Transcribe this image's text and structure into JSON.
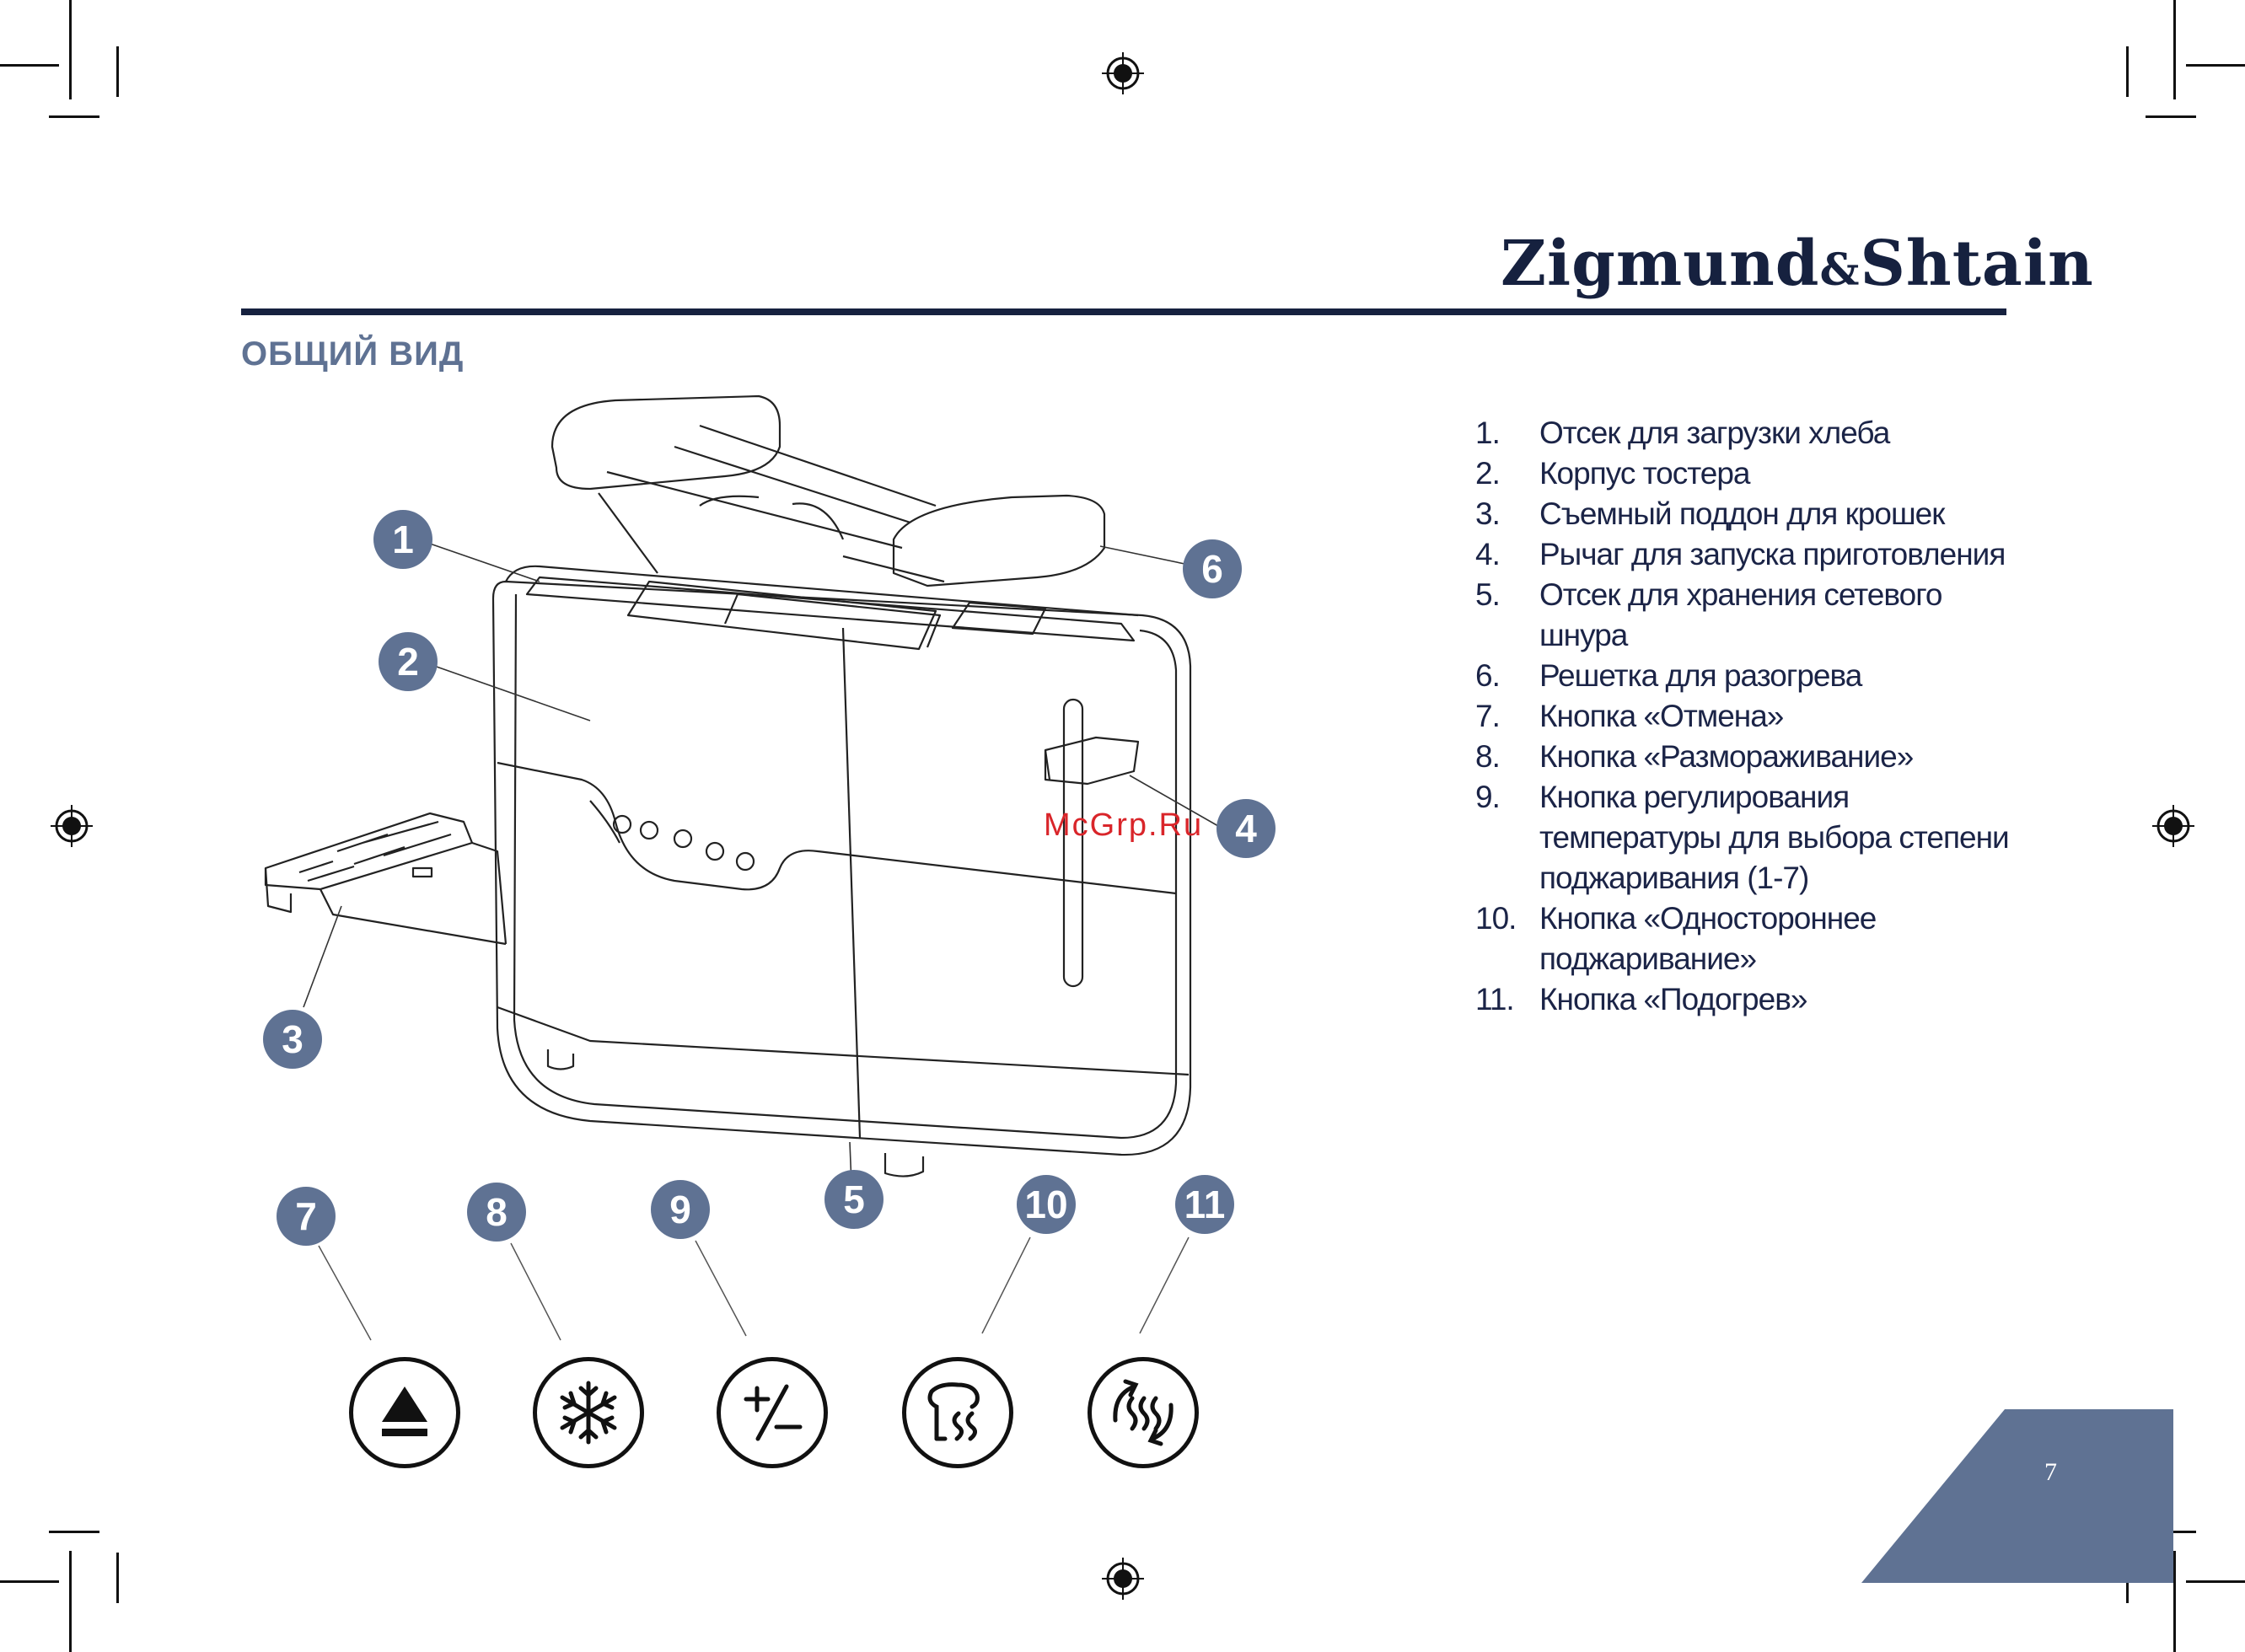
{
  "brand": {
    "name_left": "Zigmund",
    "ampersand": "&",
    "name_right": "Shtain"
  },
  "section_title": "ОБЩИЙ ВИД",
  "legend": [
    {
      "num": "1.",
      "text": "Отсек для загрузки хлеба"
    },
    {
      "num": "2.",
      "text": "Корпус тостера"
    },
    {
      "num": "3.",
      "text": "Съемный поддон для крошек"
    },
    {
      "num": "4.",
      "text": "Рычаг для запуска приготовления"
    },
    {
      "num": "5.",
      "text": "Отсек для хранения сетевого шнура"
    },
    {
      "num": "6.",
      "text": "Решетка для разогрева"
    },
    {
      "num": "7.",
      "text": "Кнопка «Отмена»"
    },
    {
      "num": "8.",
      "text": "Кнопка «Размораживание»"
    },
    {
      "num": "9.",
      "text": "Кнопка регулирования температуры для выбора степени поджаривания (1-7)"
    },
    {
      "num": "10.",
      "text": "Кнопка «Одностороннее поджаривание»"
    },
    {
      "num": "11.",
      "text": "Кнопка «Подогрев»"
    }
  ],
  "callouts": [
    "1",
    "2",
    "3",
    "4",
    "5",
    "6",
    "7",
    "8",
    "9",
    "10",
    "11"
  ],
  "icons": [
    "eject-icon",
    "snowflake-icon",
    "plus-minus-icon",
    "bread-icon",
    "reheat-icon"
  ],
  "watermark": "McGrp.Ru",
  "page_number": "7",
  "colors": {
    "navy": "#16213f",
    "accent": "#5f7293",
    "watermark": "#d9252a"
  }
}
